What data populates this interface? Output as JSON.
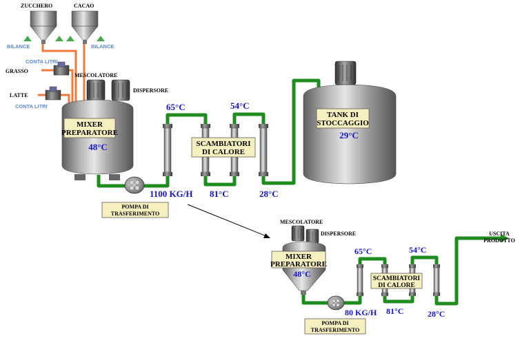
{
  "plant1": {
    "sugar_label": "ZUCCHERO",
    "cocoa_label": "CACAO",
    "scale_left": "BILANCE",
    "scale_right": "BILANCE",
    "meter_top": "CONTA LITRI",
    "fat_label": "GRASSO",
    "milk_label": "LATTE",
    "meter_bottom": "CONTA LITRI",
    "mixer_motor": "MESCOLATORE",
    "disperser_motor": "DISPERSORE",
    "mixer_line1": "MIXER",
    "mixer_line2": "PREPARATORE",
    "mixer_temp": "48°C",
    "flow": "1100 KG/H",
    "pump_line1": "POMPA DI",
    "pump_line2": "TRASFERIMENTO",
    "temp_in": "65°C",
    "temp_mid_top": "54°C",
    "temp_mid_bottom": "81°C",
    "temp_out": "28°C",
    "hx_line1": "SCAMBIATORI",
    "hx_line2": "DI CALORE",
    "tank_line1": "TANK DI",
    "tank_line2": "STOCCAGGIO",
    "tank_temp": "29°C"
  },
  "plant2": {
    "mixer_motor": "MESCOLATORE",
    "disperser_motor": "DISPERSORE",
    "mixer_line1": "MIXER",
    "mixer_line2": "PREPARATORE",
    "mixer_temp": "48°C",
    "flow": "80 KG/H",
    "pump_line1": "POMPA DI",
    "pump_line2": "TRASFERIMENTO",
    "temp_in": "65°C",
    "temp_mid_top": "54°C",
    "temp_mid_bottom": "81°C",
    "temp_out": "28°C",
    "hx_line1": "SCAMBIATORI",
    "hx_line2": "DI CALORE",
    "exit_line1": "USCITA",
    "exit_line2": "PRODOTTO"
  },
  "colors": {
    "pipe": "#1e8c1e",
    "feed_pipe": "#f07a3a",
    "temperature_text": "#1414c8",
    "label_box": "#f6f0c0"
  }
}
